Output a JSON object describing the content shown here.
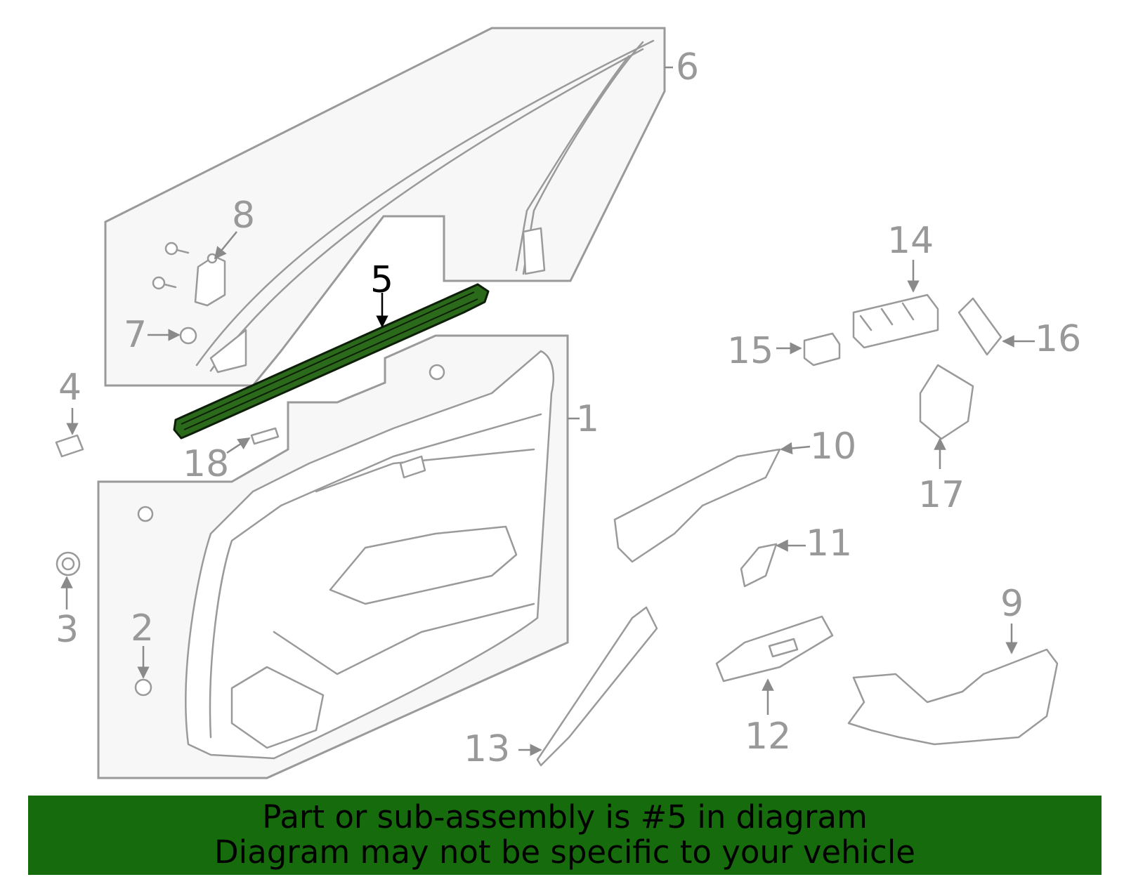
{
  "diagram": {
    "highlighted_part": "5",
    "highlight_color": "#2b6a1b",
    "callouts": [
      "1",
      "2",
      "3",
      "4",
      "5",
      "6",
      "7",
      "8",
      "9",
      "10",
      "11",
      "12",
      "13",
      "14",
      "15",
      "16",
      "17",
      "18"
    ]
  },
  "banner": {
    "line1": "Part or sub-assembly is #5 in diagram",
    "line2": "Diagram may not be specific to your vehicle",
    "background": "#166b0c"
  }
}
